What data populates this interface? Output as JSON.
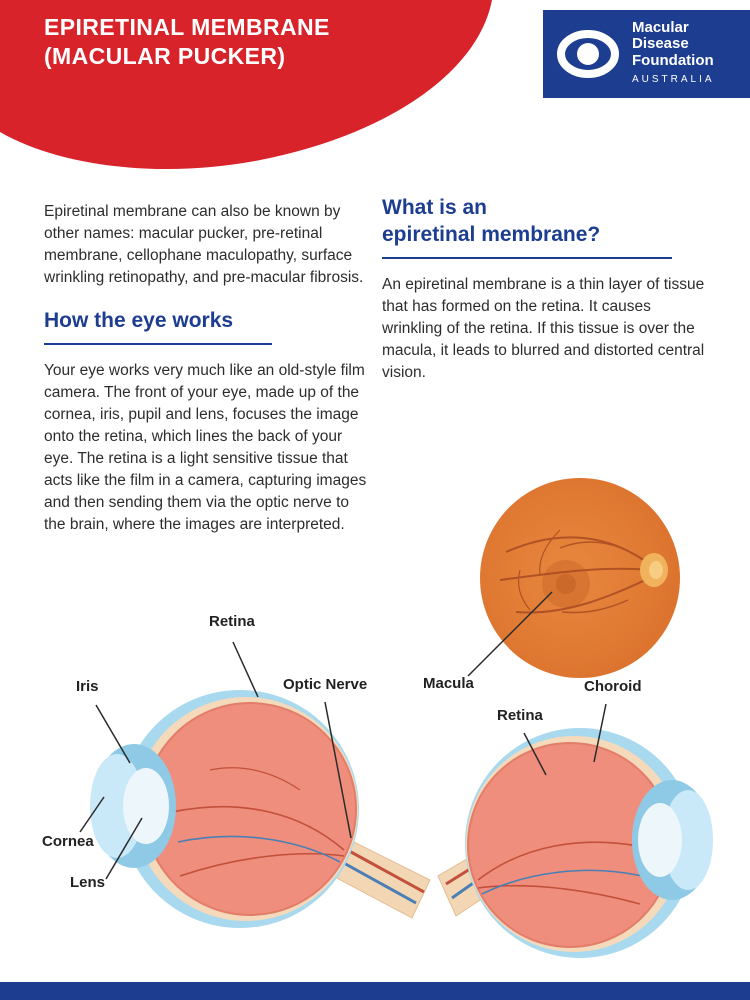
{
  "colors": {
    "brand_red": "#d8232a",
    "brand_blue": "#1d3d91",
    "eye_salmon": "#ef8e7c",
    "fundus_orange": "#e07a33"
  },
  "header": {
    "title_line1": "EPIRETINAL MEMBRANE",
    "title_line2": "(MACULAR PUCKER)",
    "logo": {
      "name_lines": [
        "Macular",
        "Disease",
        "Foundation"
      ],
      "country": "AUSTRALIA"
    }
  },
  "left_column": {
    "intro": "Epiretinal membrane can also be known by other names: macular pucker, pre-retinal membrane, cellophane maculopathy, surface wrinkling retinopathy, and pre-macular fibrosis.",
    "heading": "How the eye works",
    "body": "Your eye works very much like an old-style film camera. The front of your eye, made up of the cornea, iris, pupil and lens, focuses the image onto the retina, which lines the back of your eye. The retina is a light sensitive tissue that acts like the film in a camera, capturing images and then sending them via the optic nerve to the brain, where the images are interpreted."
  },
  "right_column": {
    "heading": "What is an\nepiretinal membrane?",
    "body": "An epiretinal membrane is a thin layer of tissue that has formed on the retina. It causes wrinkling of the retina. If this tissue is over the macula, it leads to blurred and distorted central vision."
  },
  "diagram": {
    "labels": {
      "retina_left": "Retina",
      "iris": "Iris",
      "optic_nerve": "Optic Nerve",
      "cornea": "Cornea",
      "lens": "Lens",
      "macula": "Macula",
      "retina_right": "Retina",
      "choroid": "Choroid"
    }
  }
}
